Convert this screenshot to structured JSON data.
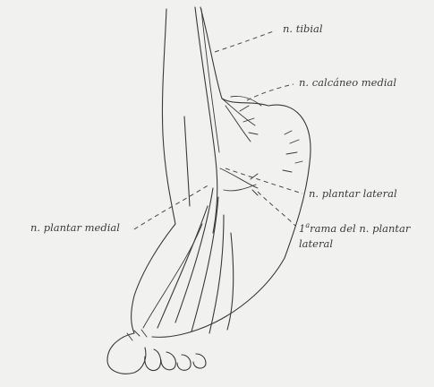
{
  "labels": {
    "tibial": "n. tibial",
    "calcaneo_medial": "n. calcáneo medial",
    "plantar_lateral": "n. plantar lateral",
    "plantar_medial": "n. plantar medial",
    "rama_prefix": "1",
    "rama_sup": "a",
    "rama_line1_rest": "rama del n. plantar",
    "rama_line2": "lateral"
  },
  "colors": {
    "background": "#f1f1ef",
    "ink": "#3a3a3a",
    "leader": "#4a4a4a"
  }
}
